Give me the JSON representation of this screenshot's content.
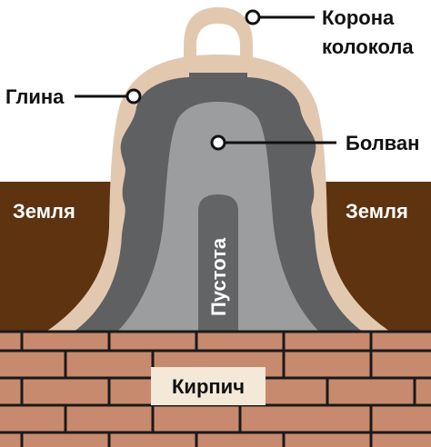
{
  "diagram": {
    "labels": {
      "crown_line1": "Корона",
      "crown_line2": "колокола",
      "clay": "Глина",
      "core": "Болван",
      "earth_left": "Земля",
      "earth_right": "Земля",
      "void": "Пустота",
      "brick": "Кирпич"
    },
    "colors": {
      "earth": "#5e3310",
      "clay": "#e3c8b0",
      "mold_dark": "#5f6062",
      "core_light": "#9c9d9f",
      "void": "#636466",
      "brick": "#c78a6e",
      "mortar": "#1a1a1a",
      "brick_label_bg": "#f4e8d8"
    }
  }
}
